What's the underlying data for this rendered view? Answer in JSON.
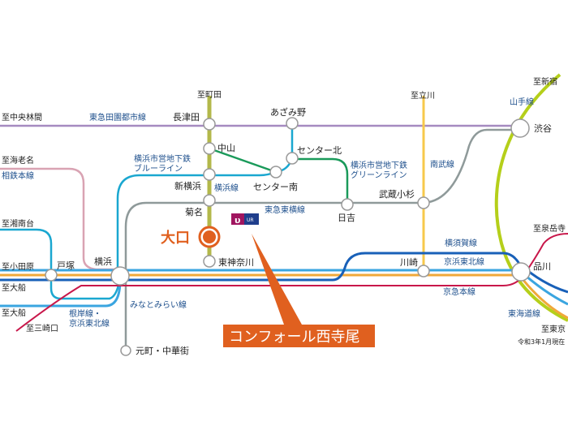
{
  "colors": {
    "denentoshi": "#a58ac0",
    "yokohama": "#b3b84a",
    "blueline": "#1aa7d0",
    "greenline": "#1a9a5a",
    "toyoko": "#8f9a9a",
    "nambu": "#f7c94b",
    "yamanote": "#b5cf1a",
    "keihin": "#3aa5e0",
    "tokaido": "#f0a83a",
    "yokosuka": "#1860b8",
    "keikyu": "#c8174a",
    "sotetsu": "#d9a3b3",
    "accent": "#e0601f"
  },
  "directions": {
    "machida": "至町田",
    "chuorinkan": "至中央林間",
    "ebina": "至海老名",
    "shonandai": "至湘南台",
    "odawara": "至小田原",
    "ofuna1": "至大船",
    "ofuna2": "至大船",
    "misakiguchi": "至三崎口",
    "tachikawa": "至立川",
    "shinjuku": "至新宿",
    "sengakuji": "至泉岳寺",
    "tokyo": "至東京"
  },
  "lines": {
    "denentoshi": "東急田園都市線",
    "sotetsu": "相鉄本線",
    "blueline_1": "横浜市営地下鉄",
    "blueline_2": "ブルーライン",
    "yokohama": "横浜線",
    "toyoko": "東急東横線",
    "greenline_1": "横浜市営地下鉄",
    "greenline_2": "グリーンライン",
    "nambu": "南武線",
    "yamanote": "山手線",
    "minatomirai": "みなとみらい線",
    "negishi_1": "根岸線・",
    "negishi_2": "京浜東北線",
    "yokosuka": "横須賀線",
    "keihin": "京浜東北線",
    "keikyu": "京急本線",
    "tokaido": "東海道線"
  },
  "stations": {
    "nagatsuta": "長津田",
    "azamino": "あざみ野",
    "nakayama": "中山",
    "centerkita": "センター北",
    "centerminami": "センター南",
    "shinyokohama": "新横浜",
    "kikuna": "菊名",
    "hiyoshi": "日吉",
    "musashikosugi": "武蔵小杉",
    "shibuya": "渋谷",
    "oguchi": "大口",
    "higashikanagawa": "東神奈川",
    "totsuka": "戸塚",
    "yokohama": "横浜",
    "kawasaki": "川崎",
    "shinagawa": "品川",
    "motomachi": "元町・中華街"
  },
  "logo": {
    "text": "UR"
  },
  "property": {
    "name": "コンフォール西寺尾"
  },
  "note": "令和3年1月現在"
}
